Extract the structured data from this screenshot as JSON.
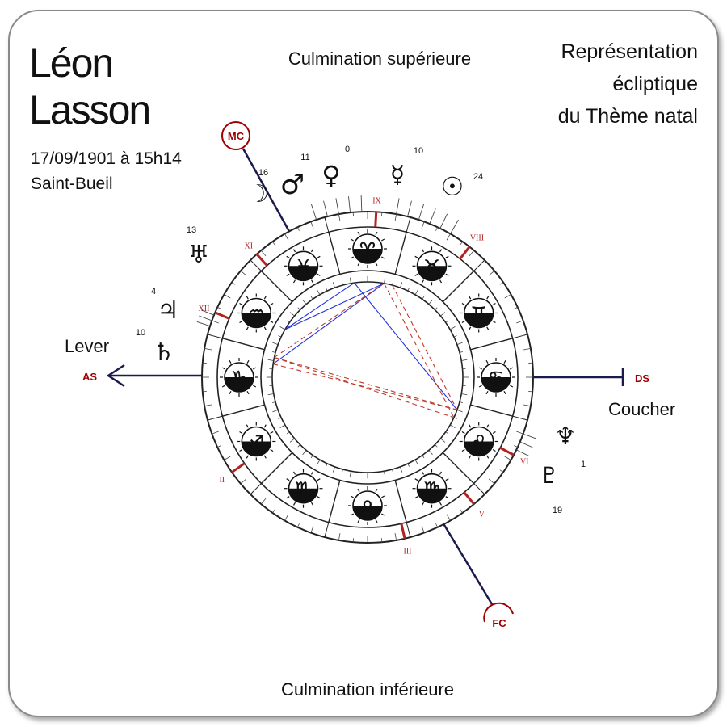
{
  "person": {
    "first_name": "Léon",
    "last_name": "Lasson",
    "birth": "17/09/1901 à 15h14",
    "place": "Saint-Bueil"
  },
  "labels": {
    "top": "Culmination supérieure",
    "bottom": "Culmination inférieure",
    "rise": "Lever",
    "set": "Coucher",
    "title": [
      "Représentation",
      "écliptique",
      "du Thème natal"
    ]
  },
  "angles": {
    "as": "AS",
    "ds": "DS",
    "mc": "MC",
    "fc": "FC"
  },
  "signs": [
    {
      "name": "capricorn",
      "glyph": "♑"
    },
    {
      "name": "aquarius",
      "glyph": "♒"
    },
    {
      "name": "pisces",
      "glyph": "♓"
    },
    {
      "name": "aries",
      "glyph": "♈"
    },
    {
      "name": "taurus",
      "glyph": "♉"
    },
    {
      "name": "gemini",
      "glyph": "♊"
    },
    {
      "name": "cancer",
      "glyph": "♋"
    },
    {
      "name": "leo",
      "glyph": "♌"
    },
    {
      "name": "virgo",
      "glyph": "♍"
    },
    {
      "name": "libra",
      "glyph": "♎"
    },
    {
      "name": "scorpio",
      "glyph": "♏"
    },
    {
      "name": "sagittarius",
      "glyph": "♐"
    }
  ],
  "houses": [
    "II",
    "III",
    "V",
    "VI",
    "VIII",
    "IX",
    "XI",
    "XII"
  ],
  "planets": [
    {
      "name": "moon",
      "glyph": "☽",
      "degree": "16"
    },
    {
      "name": "mars",
      "glyph": "♂",
      "degree": "11"
    },
    {
      "name": "venus",
      "glyph": "♀",
      "degree": "0"
    },
    {
      "name": "mercury",
      "glyph": "☿",
      "degree": "10"
    },
    {
      "name": "sun",
      "glyph": "☉",
      "degree": "24"
    },
    {
      "name": "uranus",
      "glyph": "♅",
      "degree": "13"
    },
    {
      "name": "jupiter",
      "glyph": "♃",
      "degree": "4"
    },
    {
      "name": "saturn",
      "glyph": "♄",
      "degree": "10"
    },
    {
      "name": "neptune",
      "glyph": "♆",
      "degree": "1"
    },
    {
      "name": "pluto",
      "glyph": "♇",
      "degree": "19"
    }
  ],
  "colors": {
    "angle_axis": "#1a1a4e",
    "angle_label": "#a00000",
    "house_mark": "#b22222",
    "aspect_trine": "#2233dd",
    "aspect_square": "#c0392b"
  }
}
